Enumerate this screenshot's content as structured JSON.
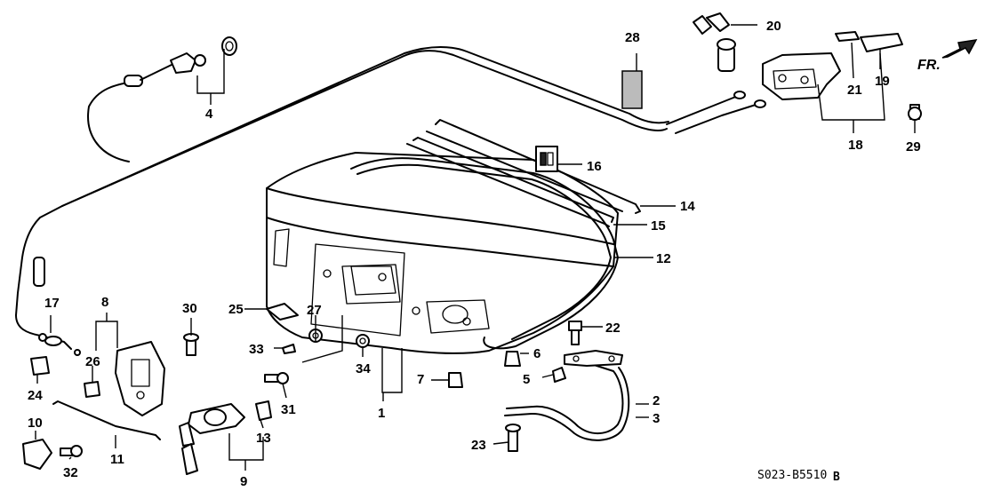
{
  "diagram": {
    "part_numbers": [
      "1",
      "2",
      "3",
      "4",
      "5",
      "6",
      "7",
      "8",
      "9",
      "10",
      "11",
      "12",
      "13",
      "14",
      "15",
      "16",
      "17",
      "18",
      "19",
      "20",
      "21",
      "22",
      "23",
      "24",
      "25",
      "26",
      "27",
      "28",
      "29",
      "30",
      "31",
      "32",
      "33",
      "34"
    ],
    "direction_label": "FR.",
    "diagram_code": "S023-B5510",
    "diagram_code_suffix": "B"
  }
}
